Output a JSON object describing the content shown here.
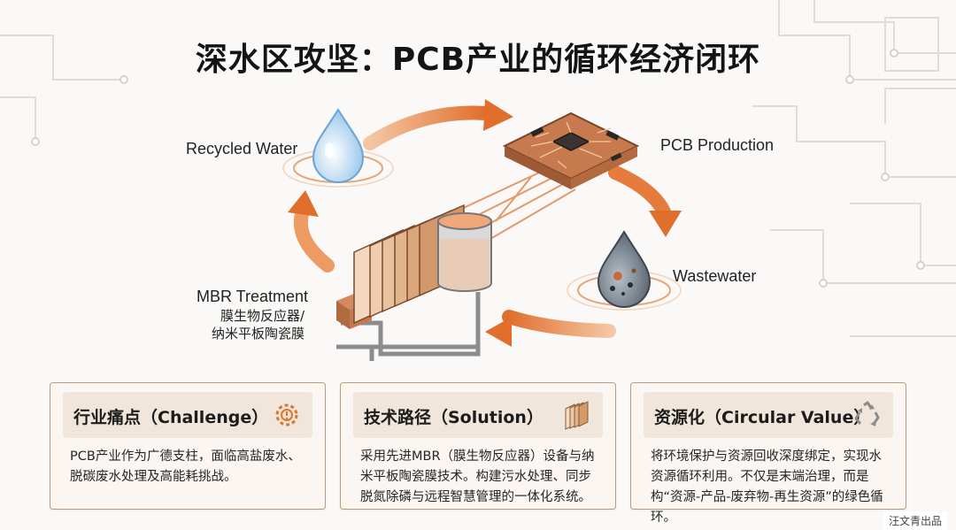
{
  "title": "深水区攻坚：PCB产业的循环经济闭环",
  "cycle": {
    "nodes": [
      {
        "id": "recycled-water",
        "label": "Recycled Water",
        "icon": "water-drop-icon"
      },
      {
        "id": "pcb-production",
        "label": "PCB Production",
        "icon": "circuit-board-icon"
      },
      {
        "id": "wastewater",
        "label": "Wastewater",
        "icon": "dirty-water-drop-icon"
      },
      {
        "id": "mbr-treatment",
        "label": "MBR Treatment",
        "sublabel_lines": [
          "膜生物反应器/",
          "纳米平板陶瓷膜"
        ],
        "icon": "mbr-reactor-icon"
      }
    ],
    "arrow_color": "#e07a3c"
  },
  "cards": [
    {
      "title": "行业痛点（Challenge）",
      "icon": "gear-warning-icon",
      "body": "PCB产业作为广德支柱，面临高盐废水、脱碳废水处理及高能耗挑战。"
    },
    {
      "title": "技术路径（Solution）",
      "icon": "membrane-stack-icon",
      "body": "采用先进MBR（膜生物反应器）设备与纳米平板陶瓷膜技术。构建污水处理、同步脱氮除磷与远程智慧管理的一体化系统。"
    },
    {
      "title": "资源化（Circular Value）",
      "icon": "recycle-icon",
      "body": "将环境保护与资源回收深度绑定，实现水资源循环利用。不仅是末端治理，而是构“资源-产品-废弃物-再生资源”的绿色循环。"
    }
  ],
  "watermark": "汪文青出品"
}
